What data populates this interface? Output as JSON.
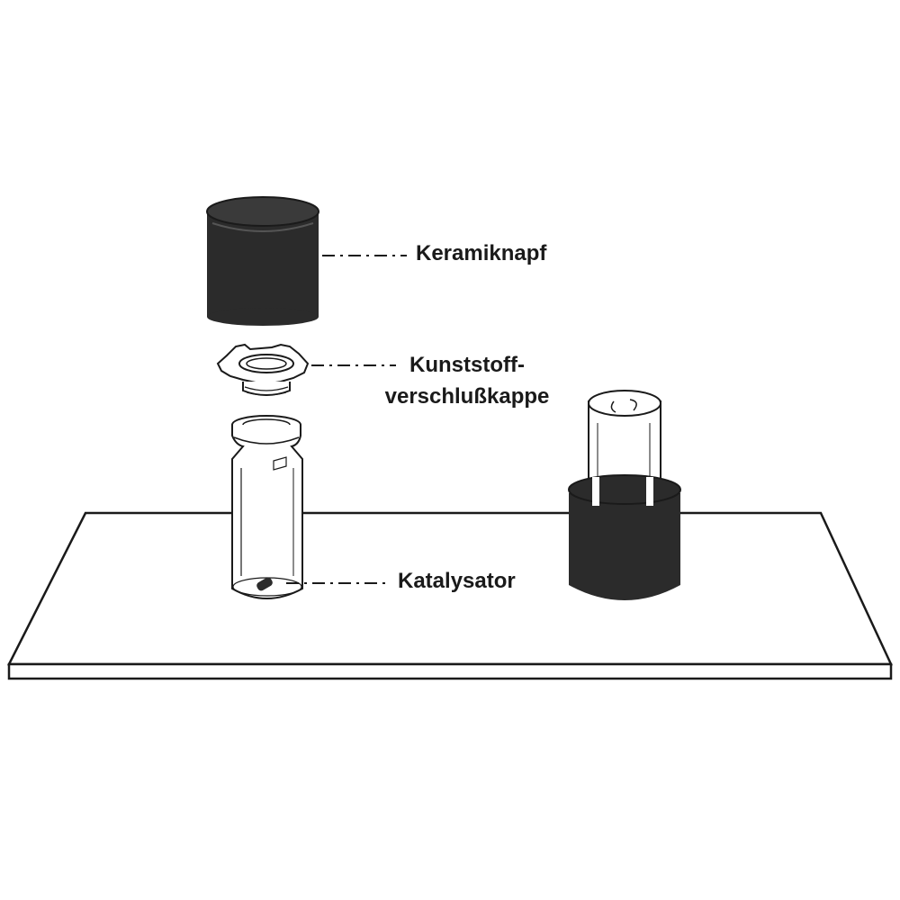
{
  "labels": {
    "ceramic_cup": "Keramiknapf",
    "plastic_cap_line1": "Kunststoff-",
    "plastic_cap_line2": "verschlußkappe",
    "catalyst": "Katalysator"
  },
  "colors": {
    "ink": "#1a1a1a",
    "ceramic": "#2b2b2b",
    "background": "#ffffff"
  }
}
